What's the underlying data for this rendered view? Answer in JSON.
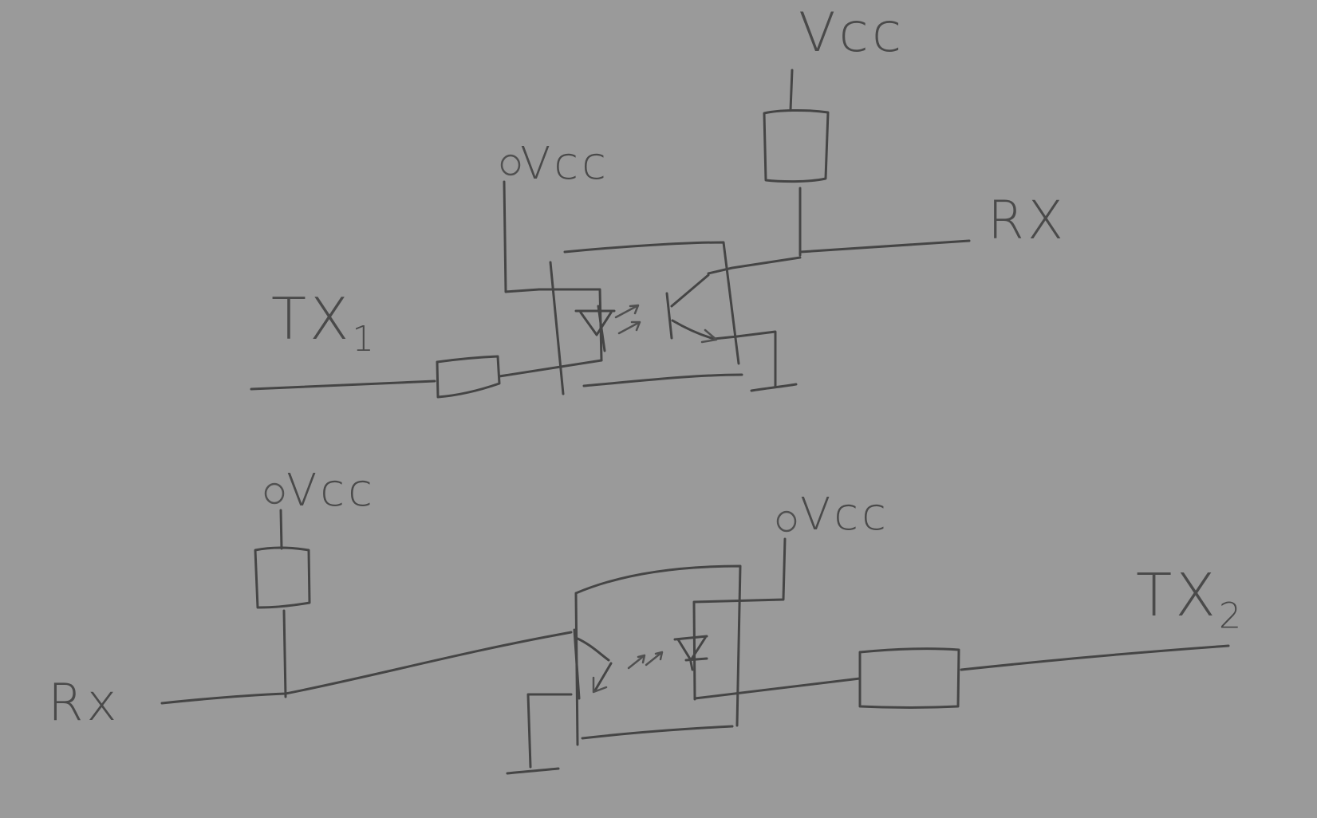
{
  "diagram": {
    "circuit_top": {
      "supply_label": "Vcc",
      "led_supply_label": "Vcc",
      "input_label": "TX",
      "input_subscript": "1",
      "output_label": "RX"
    },
    "circuit_bottom": {
      "pullup_supply_label": "Vcc",
      "led_supply_label": "Vcc",
      "output_label": "Rx",
      "input_label": "TX",
      "input_subscript": "2"
    }
  }
}
